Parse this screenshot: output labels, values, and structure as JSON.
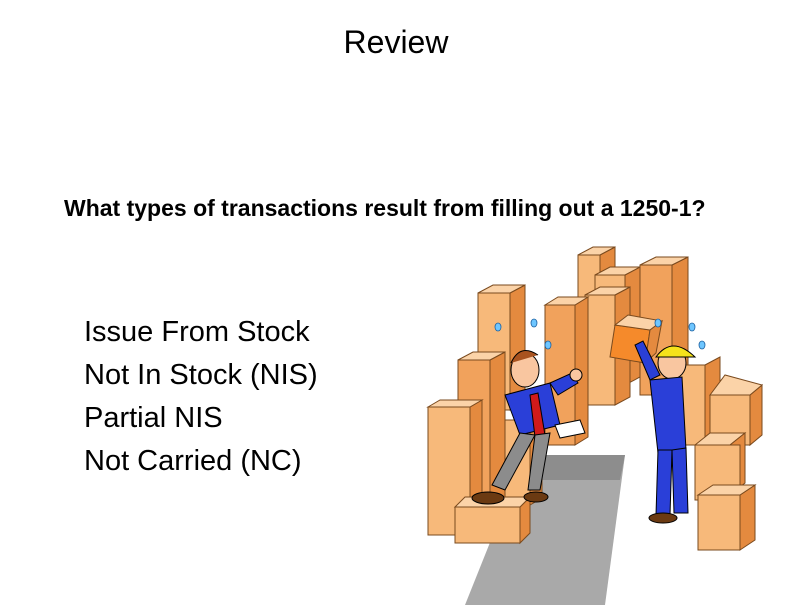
{
  "slide": {
    "title": "Review",
    "question": "What types of transactions result from filling out a 1250-1?",
    "answers": [
      "Issue From Stock",
      "Not In Stock (NIS)",
      "Partial NIS",
      "Not Carried (NC)"
    ]
  },
  "colors": {
    "box_light": "#f7b97a",
    "box_mid": "#f1a25c",
    "box_dark": "#e48a3f",
    "box_front_accent": "#f58a2b",
    "suit_blue": "#2a3fd8",
    "tie_red": "#d11a1a",
    "hardhat_yellow": "#f5e21a",
    "floor_gray": "#a9a9a9"
  }
}
